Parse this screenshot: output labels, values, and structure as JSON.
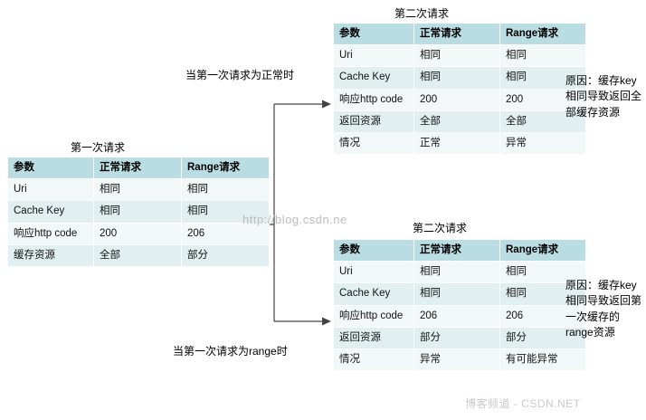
{
  "diagram": {
    "tables": [
      {
        "id": "first-request",
        "title": "第一次请求",
        "headers": [
          "参数",
          "正常请求",
          "Range请求"
        ],
        "rows": [
          [
            "Uri",
            "相同",
            "相同"
          ],
          [
            "Cache Key",
            "相同",
            "相同"
          ],
          [
            "响应http code",
            "200",
            "206"
          ],
          [
            "缓存资源",
            "全部",
            "部分"
          ]
        ]
      },
      {
        "id": "second-request-normal",
        "title": "第二次请求",
        "headers": [
          "参数",
          "正常请求",
          "Range请求"
        ],
        "rows": [
          [
            "Uri",
            "相同",
            "相同"
          ],
          [
            "Cache Key",
            "相同",
            "相同"
          ],
          [
            "响应http code",
            "200",
            "200"
          ],
          [
            "返回资源",
            "全部",
            "全部"
          ],
          [
            "情况",
            "正常",
            "异常"
          ]
        ]
      },
      {
        "id": "second-request-range",
        "title": "第二次请求",
        "headers": [
          "参数",
          "正常请求",
          "Range请求"
        ],
        "rows": [
          [
            "Uri",
            "相同",
            "相同"
          ],
          [
            "Cache Key",
            "相同",
            "相同"
          ],
          [
            "响应http code",
            "206",
            "206"
          ],
          [
            "返回资源",
            "部分",
            "部分"
          ],
          [
            "情况",
            "异常",
            "有可能异常"
          ]
        ]
      }
    ],
    "edge_labels": [
      {
        "id": "branch-normal",
        "text": "当第一次请求为正常时"
      },
      {
        "id": "branch-range",
        "text": "当第一次请求为range时"
      }
    ],
    "notes": [
      {
        "id": "note-normal",
        "text": "原因：缓存key相同导致返回全部缓存资源"
      },
      {
        "id": "note-range",
        "text": "原因：缓存key相同导致返回第一次缓存的range资源"
      }
    ],
    "watermarks": [
      {
        "id": "watermark-url",
        "text": "http://blog.csdn.ne"
      },
      {
        "id": "watermark-bottom",
        "text": "博客频道 - CSDN.NET"
      }
    ],
    "colors": {
      "header_bg": "#b9dde2",
      "row_odd_bg": "#f2f7f8",
      "row_even_bg": "#e2eff1",
      "connector": "#444444"
    }
  }
}
